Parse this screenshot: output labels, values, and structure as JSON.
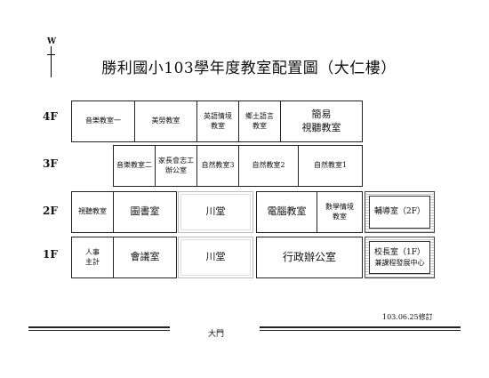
{
  "compass": {
    "north_letter": "W"
  },
  "title": "勝利國小103學年度教室配置圖（大仁樓）",
  "floors": {
    "f4": "4F",
    "f3": "3F",
    "f2": "2F",
    "f1": "1F"
  },
  "rooms": {
    "f4": {
      "music1": "音樂教室一",
      "art": "美勞教室",
      "english_l1": "英語情境",
      "english_l2": "教室",
      "local_l1": "鄉土語言",
      "local_l2": "教室",
      "av_l1": "簡易",
      "av_l2": "視聽教室"
    },
    "f3": {
      "music2": "音樂教室二",
      "parent_l1": "家長會志工",
      "parent_l2": "辦公室",
      "science3": "自然教室3",
      "science2": "自然教室2",
      "science1": "自然教室1"
    },
    "f2": {
      "av": "視聽教室",
      "library": "圖書室",
      "hall": "川堂",
      "computer": "電腦教室",
      "math_l1": "數學情境",
      "math_l2": "教室",
      "counseling": "輔導室（2F）"
    },
    "f1": {
      "hr_l1": "人事",
      "hr_l2": "主計",
      "meeting": "會議室",
      "hall": "川堂",
      "admin": "行政辦公室",
      "principal_l1": "校長室（1F）",
      "principal_l2": "兼課程發展中心"
    }
  },
  "revision_date": "103.06.25修訂",
  "gate": "大門"
}
